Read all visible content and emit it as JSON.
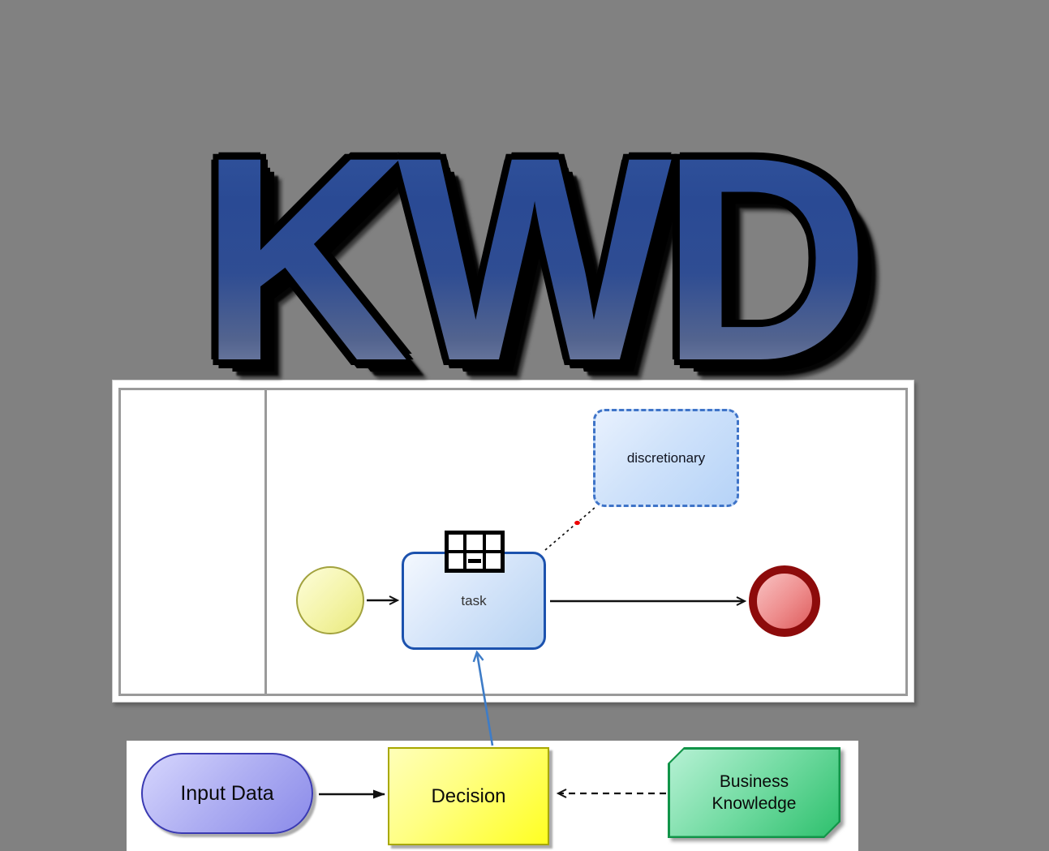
{
  "background_color": "#818181",
  "logo": {
    "text": "KWD",
    "fill_top_color": "#33569f",
    "fill_bottom_color": "#8b94b5",
    "outline_color": "#000000"
  },
  "bpmn": {
    "task_label": "task",
    "annotation_label": "discretionary",
    "task_border_color": "#1c52ae",
    "task_fill_color": "#cfe3f9",
    "start_event_fill_color": "#f0f096",
    "start_event_border_color": "#a2a23e",
    "end_event_fill_color": "#e88a8a",
    "end_event_border_color": "#8d0b0b",
    "annotation_border_color": "#3f74c8",
    "task_marker_icon": "decision-table-icon",
    "association_dot_color": "#ee0000",
    "pool_border_color": "#9a9a9a"
  },
  "dmn": {
    "input_data_label": "Input Data",
    "input_data_fill_color": "#8a8ae9",
    "input_data_border_color": "#3a3ab2",
    "decision_label": "Decision",
    "decision_fill_color": "#ffff33",
    "decision_border_color": "#a8a800",
    "business_knowledge_label": "Business Knowledge",
    "business_knowledge_fill_color": "#3ec878",
    "business_knowledge_border_color": "#119448",
    "connector_color": "#111111",
    "decision_to_task_connector_color": "#3e7cc7"
  }
}
